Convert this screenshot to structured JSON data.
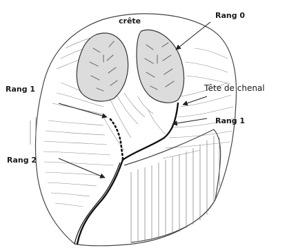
{
  "labels": {
    "crest": "crête",
    "rank0": "Rang 0",
    "rank1_left": "Rang 1",
    "rank1_right": "Rang 1",
    "rank2": "Rang 2",
    "channel_head": "Tête de chenal"
  }
}
